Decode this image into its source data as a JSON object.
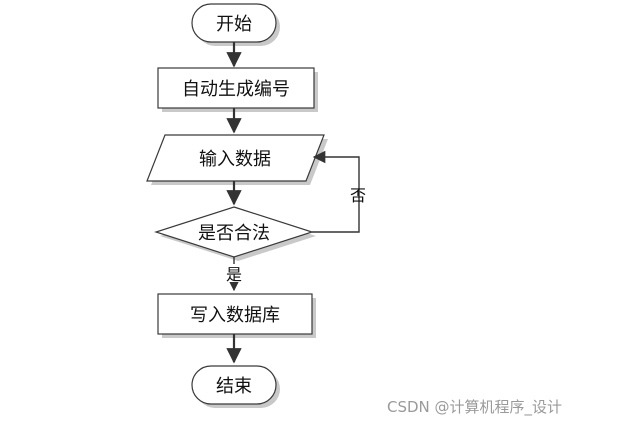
{
  "diagram": {
    "nodes": {
      "start": "开始",
      "gen_id": "自动生成编号",
      "input": "输入数据",
      "decision": "是否合法",
      "write_db": "写入数据库",
      "end": "结束"
    },
    "edge_labels": {
      "no": "否",
      "yes": "是"
    }
  },
  "watermark": "CSDN @计算机程序_设计"
}
